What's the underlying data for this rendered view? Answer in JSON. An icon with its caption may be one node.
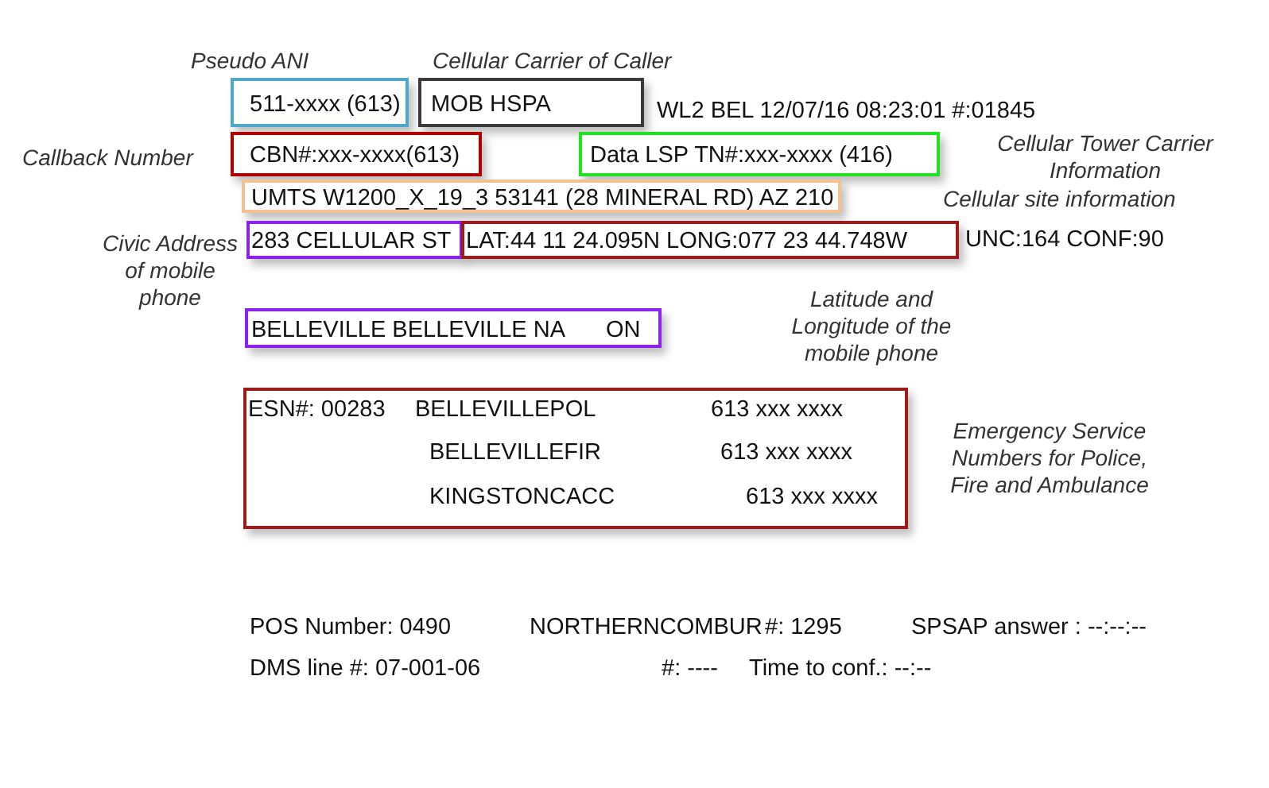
{
  "diagram": {
    "nodes": [
      {
        "text": [
          "511-xxxx (613)"
        ]
      },
      {
        "text": [
          "MOB HSPA"
        ]
      },
      {
        "text": [
          "CBN#:xxx-xxxx(613)"
        ]
      },
      {
        "text": [
          "Data LSP TN#:xxx-xxxx (416)"
        ]
      },
      {
        "text": [
          "UMTS W1200_X_19_3 53141 (28 MINERAL RD) AZ 210"
        ]
      },
      {
        "text": [
          "283 CELLULAR ST"
        ]
      },
      {
        "text": [
          "LAT:44 11 24.095N LONG:077 23 44.748W"
        ]
      },
      {
        "text": [
          "BELLEVILLE BELLEVILLE NA",
          "ON"
        ]
      },
      {
        "text": [
          "ESN#: 00283",
          "BELLEVILLEPOL",
          "613 xxx xxxx",
          "BELLEVILLEFIR",
          "613 xxx xxxx",
          "KINGSTONCACC",
          "613 xxx xxxx"
        ]
      }
    ],
    "labels": [
      "Pseudo ANI",
      "Cellular Carrier of Caller",
      "WL2  BEL 12/07/16 08:23:01 #:01845",
      "Callback Number",
      "Cellular Tower Carrier Information",
      "Cellular site information",
      "Civic Address of mobile phone",
      "UNC:164 CONF:90",
      "Latitude and Longitude of the mobile phone",
      "Emergency Service Numbers for Police, Fire and Ambulance",
      "POS Number: 0490",
      "NORTHERNCOMBUR",
      "#: 1295",
      "SPSAP answer : --:--:--",
      "DMS line #: 07-001-06",
      "#: ----",
      "Time to conf.: --:--"
    ]
  }
}
